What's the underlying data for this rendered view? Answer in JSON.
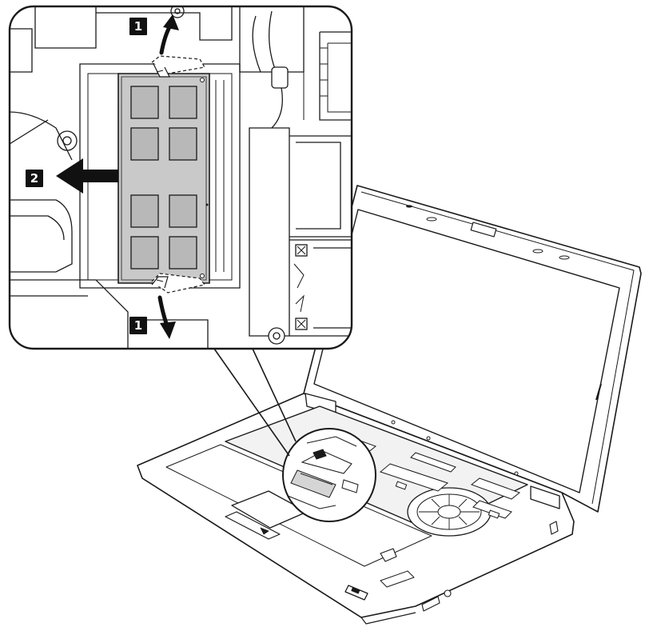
{
  "diagram": {
    "callouts": [
      {
        "id": "step-1-top",
        "label": "1"
      },
      {
        "id": "step-2",
        "label": "2"
      },
      {
        "id": "step-1-bottom",
        "label": "1"
      }
    ],
    "colors": {
      "line": "#1a1a1a",
      "module": "#c9c9c9",
      "chip": "#b8b8b8",
      "screen": "#ffffff",
      "body": "#f4f4f4"
    },
    "icons": [
      "arrow-up-icon",
      "arrow-left-icon",
      "arrow-down-icon",
      "memory-module-icon",
      "laptop-icon",
      "magnifier-circle-icon"
    ]
  }
}
